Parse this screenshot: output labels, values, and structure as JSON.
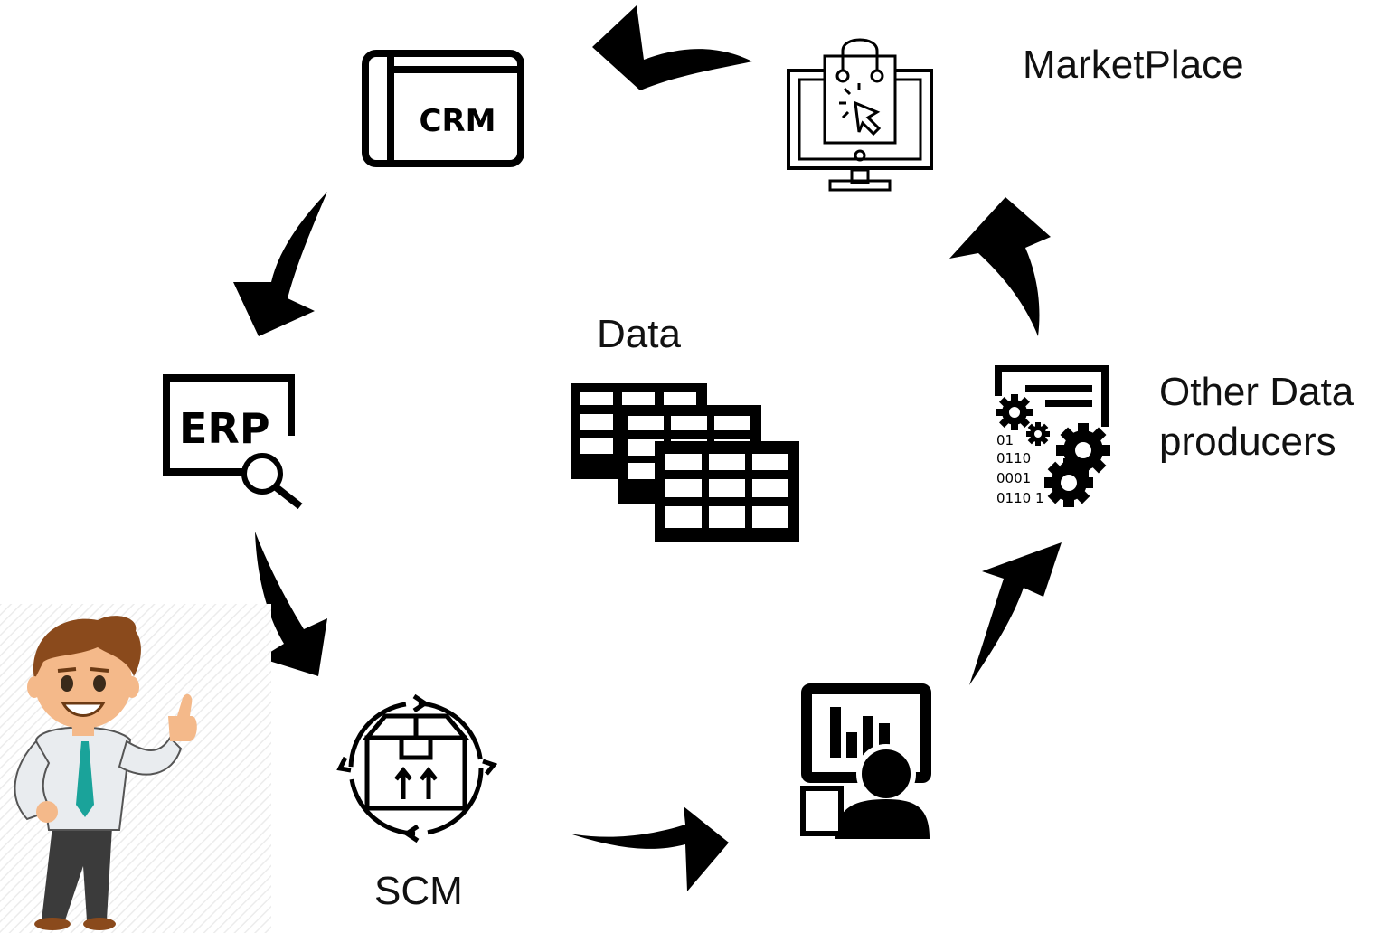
{
  "labels": {
    "marketplace": "MarketPlace",
    "data": "Data",
    "other_producers_line1": "Other Data",
    "other_producers_line2": "producers",
    "scm": "SCM"
  },
  "icon_text": {
    "crm": "CRM",
    "erp": "ERP",
    "binary_1": "01",
    "binary_2": "0110",
    "binary_3": "0001",
    "binary_4": "0110 1"
  },
  "colors": {
    "stroke": "#000000",
    "background": "#ffffff",
    "skin": "#f4b98a",
    "hair": "#8a4a1c",
    "shirt": "#e9ecef",
    "tie": "#1aa39a",
    "pants": "#3b3b3b"
  }
}
